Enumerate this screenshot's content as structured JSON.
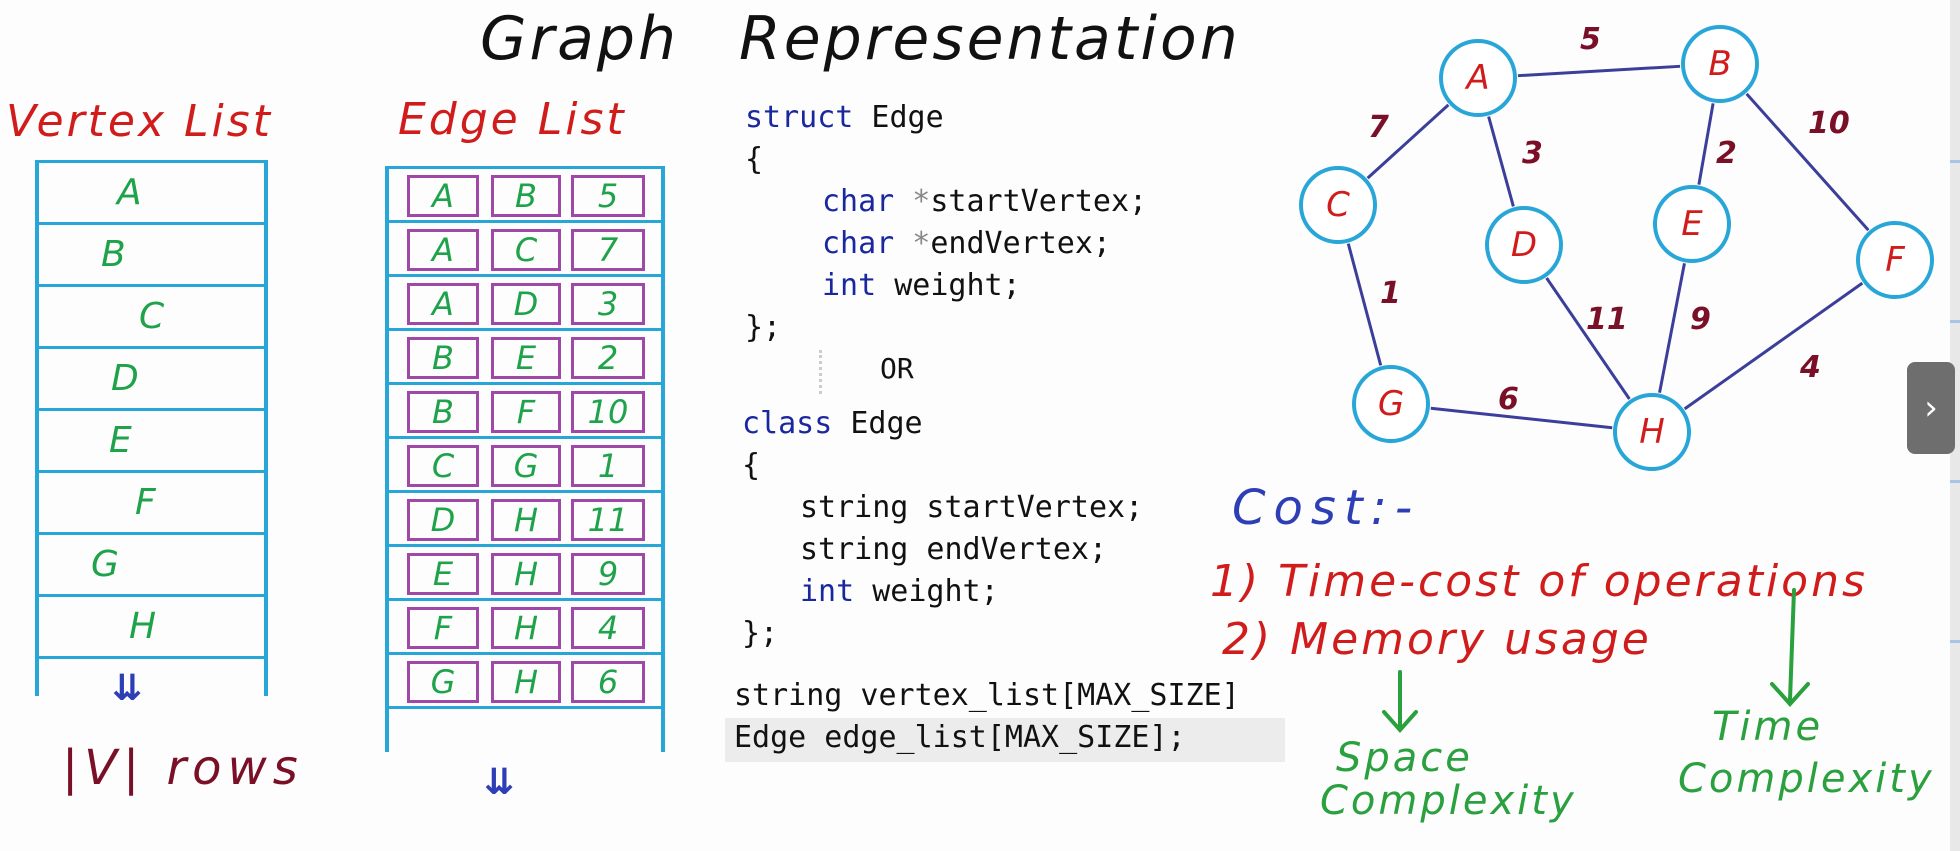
{
  "title": {
    "word1": "Graph",
    "word2": "Representation"
  },
  "vertex_list": {
    "heading": "Vertex List",
    "items": [
      "A",
      "B",
      "C",
      "D",
      "E",
      "F",
      "G",
      "H"
    ],
    "arrow": "⇊",
    "rows_label": "|V| rows"
  },
  "edge_list": {
    "heading": "Edge List",
    "rows": [
      [
        "A",
        "B",
        "5"
      ],
      [
        "A",
        "C",
        "7"
      ],
      [
        "A",
        "D",
        "3"
      ],
      [
        "B",
        "E",
        "2"
      ],
      [
        "B",
        "F",
        "10"
      ],
      [
        "C",
        "G",
        "1"
      ],
      [
        "D",
        "H",
        "11"
      ],
      [
        "E",
        "H",
        "9"
      ],
      [
        "F",
        "H",
        "4"
      ],
      [
        "G",
        "H",
        "6"
      ]
    ],
    "arrow": "⇊"
  },
  "code": {
    "struct_kw": "struct",
    "struct_name": " Edge",
    "open_brace": "{",
    "struct_char1_kw": "char",
    "struct_char1_star": " *",
    "struct_char1_rest": "startVertex;",
    "struct_char2_kw": "char",
    "struct_char2_star": " *",
    "struct_char2_rest": "endVertex;",
    "struct_int_kw": "int",
    "struct_int_rest": " weight;",
    "close_brace": "};",
    "or": "OR",
    "class_kw": "class",
    "class_name": " Edge",
    "class_l1": "string startVertex;",
    "class_l2": "string endVertex;",
    "class_int_kw": "int",
    "class_int_rest": " weight;",
    "decl1": "string vertex_list[MAX_SIZE]",
    "decl2": "Edge edge_list[MAX_SIZE];"
  },
  "graph": {
    "nodes": [
      "A",
      "B",
      "C",
      "D",
      "E",
      "F",
      "G",
      "H"
    ],
    "weights": [
      "5",
      "7",
      "3",
      "2",
      "10",
      "1",
      "11",
      "9",
      "4",
      "6"
    ],
    "colors": {
      "node_border": "#29a6d8",
      "node_label": "#d11c1c",
      "edge": "#3b3f9a",
      "weight": "#7a1027"
    }
  },
  "cost": {
    "heading": "Cost:-",
    "item1": "1) Time-cost of operations",
    "item2": "2) Memory usage",
    "space1": "Space",
    "space2": "Complexity",
    "time1": "Time",
    "time2": "Complexity"
  },
  "nav": {
    "next_icon": "›"
  }
}
